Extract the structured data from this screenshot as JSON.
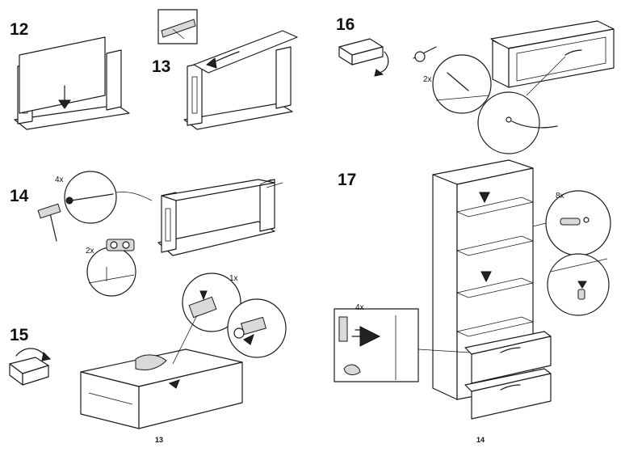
{
  "steps": [
    {
      "id": "12",
      "label": "12"
    },
    {
      "id": "13",
      "label": "13"
    },
    {
      "id": "14",
      "label": "14"
    },
    {
      "id": "15",
      "label": "15"
    },
    {
      "id": "16",
      "label": "16"
    },
    {
      "id": "17",
      "label": "17"
    }
  ],
  "quantities": {
    "step14_nails": "4x",
    "step14_caps": "2x",
    "step15_clip": "1x",
    "step16_screws": "2x",
    "step17_pegs": "8x",
    "step17_runners": "4x"
  },
  "page_numbers": {
    "left": "13",
    "right": "14"
  },
  "colors": {
    "ink": "#1a1a1a",
    "paper": "#ffffff",
    "shade": "#d9d9d9"
  }
}
